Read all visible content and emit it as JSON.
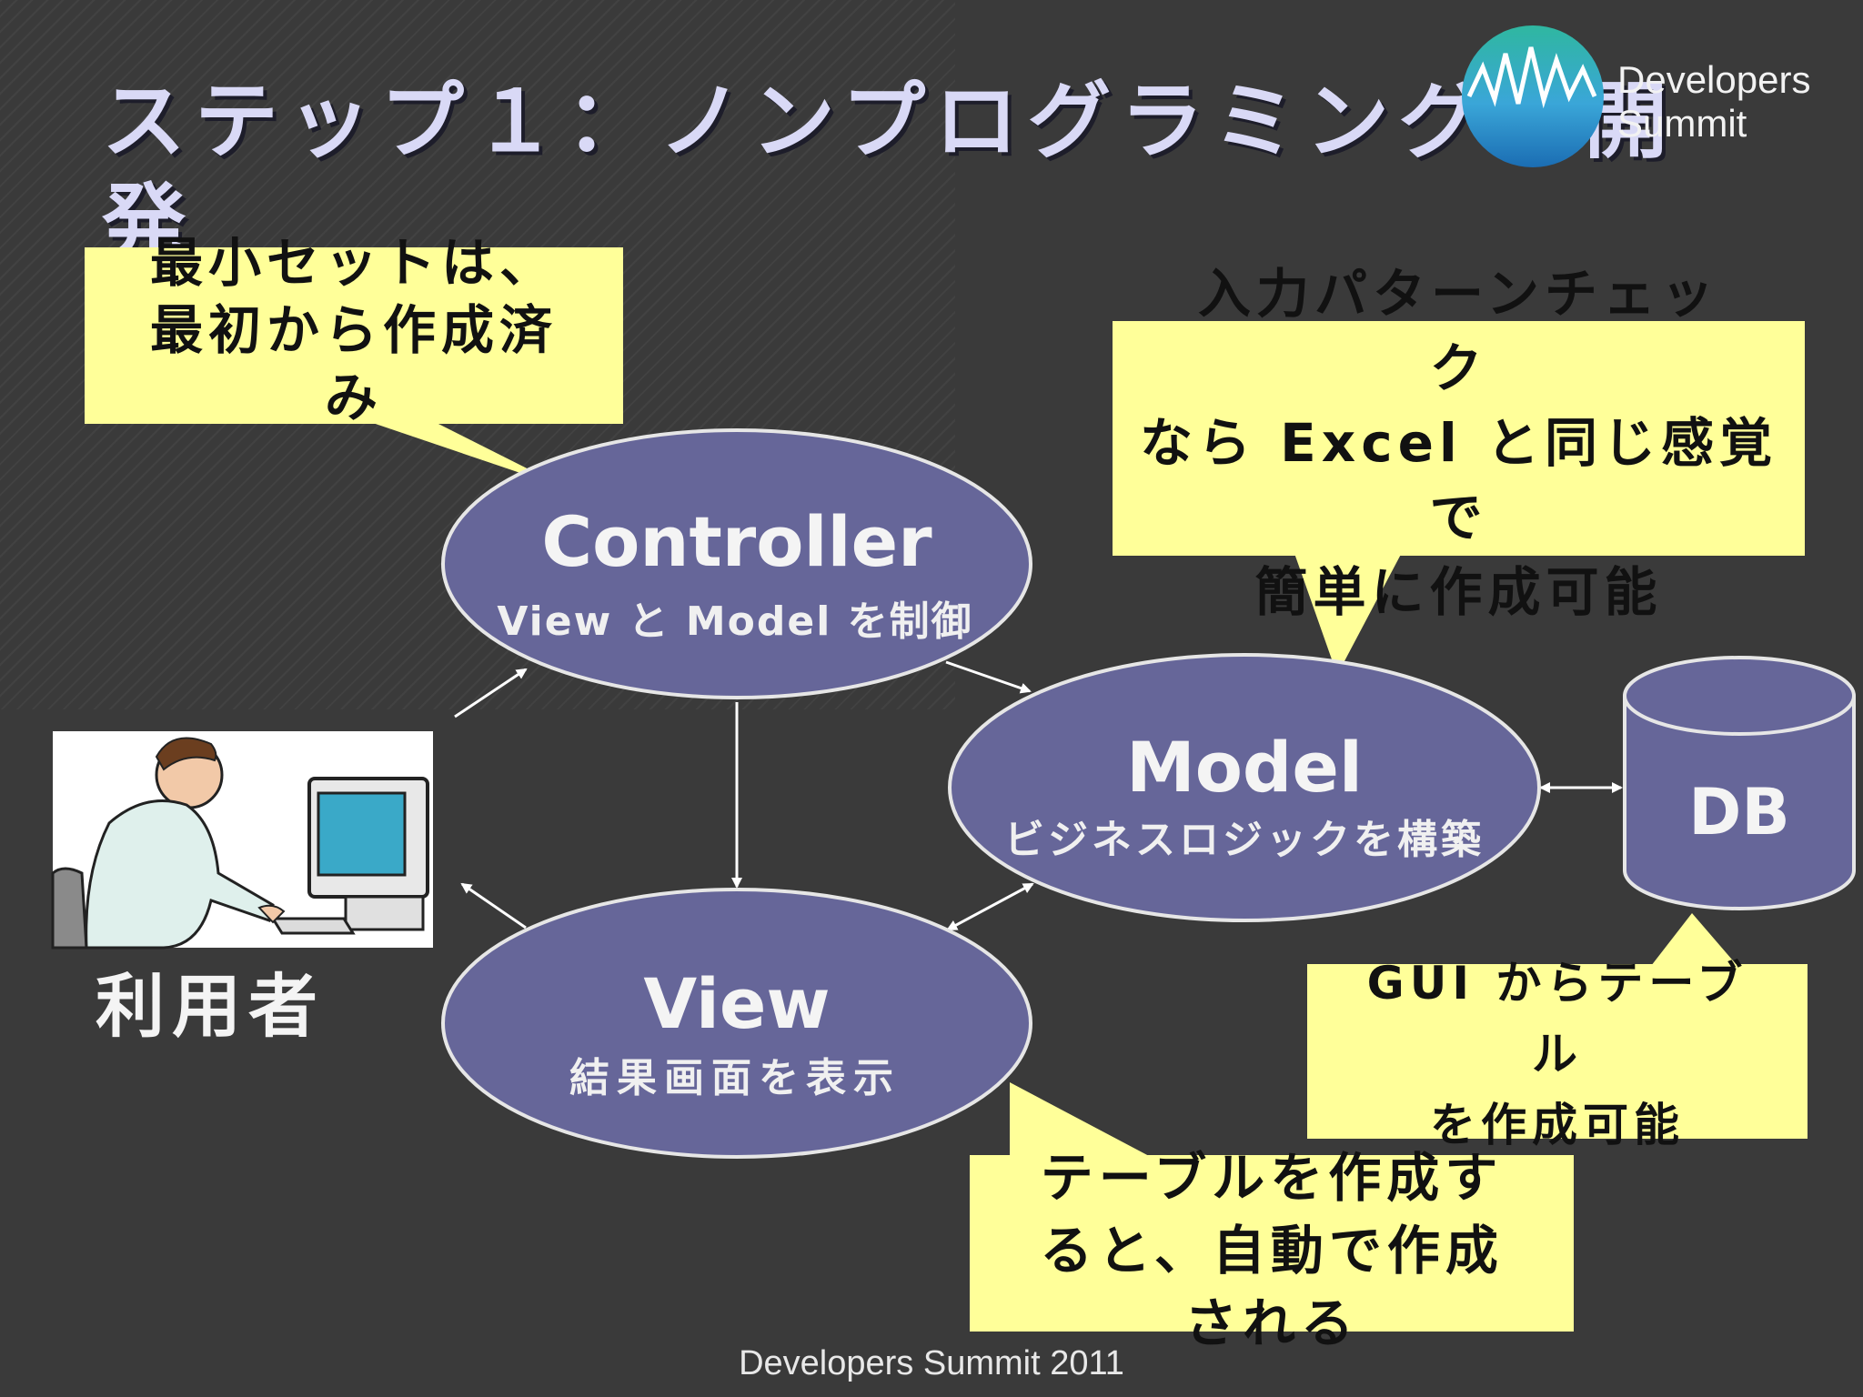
{
  "title": "ステップ１：ノンプログラミングで開発",
  "logo": {
    "line1": "Developers",
    "line2": "Summit"
  },
  "nodes": {
    "controller": {
      "title": "Controller",
      "subtitle": "View と Model を制御"
    },
    "model": {
      "title": "Model",
      "subtitle": "ビジネスロジックを構築"
    },
    "view": {
      "title": "View",
      "subtitle": "結果画面を表示"
    },
    "db": {
      "label": "DB"
    }
  },
  "user": {
    "label": "利用者"
  },
  "callouts": {
    "controller_note": "最小セットは、\n最初から作成済\nみ",
    "model_note": "入力パターンチェッ\nク\nなら Excel と同じ感覚\nで\n簡単に作成可能",
    "db_note": "GUI からテーブ\nル\nを作成可能",
    "view_note": "テーブルを作成す\nると、自動で作成\nされる"
  },
  "footer": "Developers Summit 2011",
  "colors": {
    "background": "#3a3a3a",
    "node_fill": "#666699",
    "node_stroke": "#e6e6e6",
    "callout_fill": "#ffff99",
    "title_text": "#d9d9f6"
  }
}
